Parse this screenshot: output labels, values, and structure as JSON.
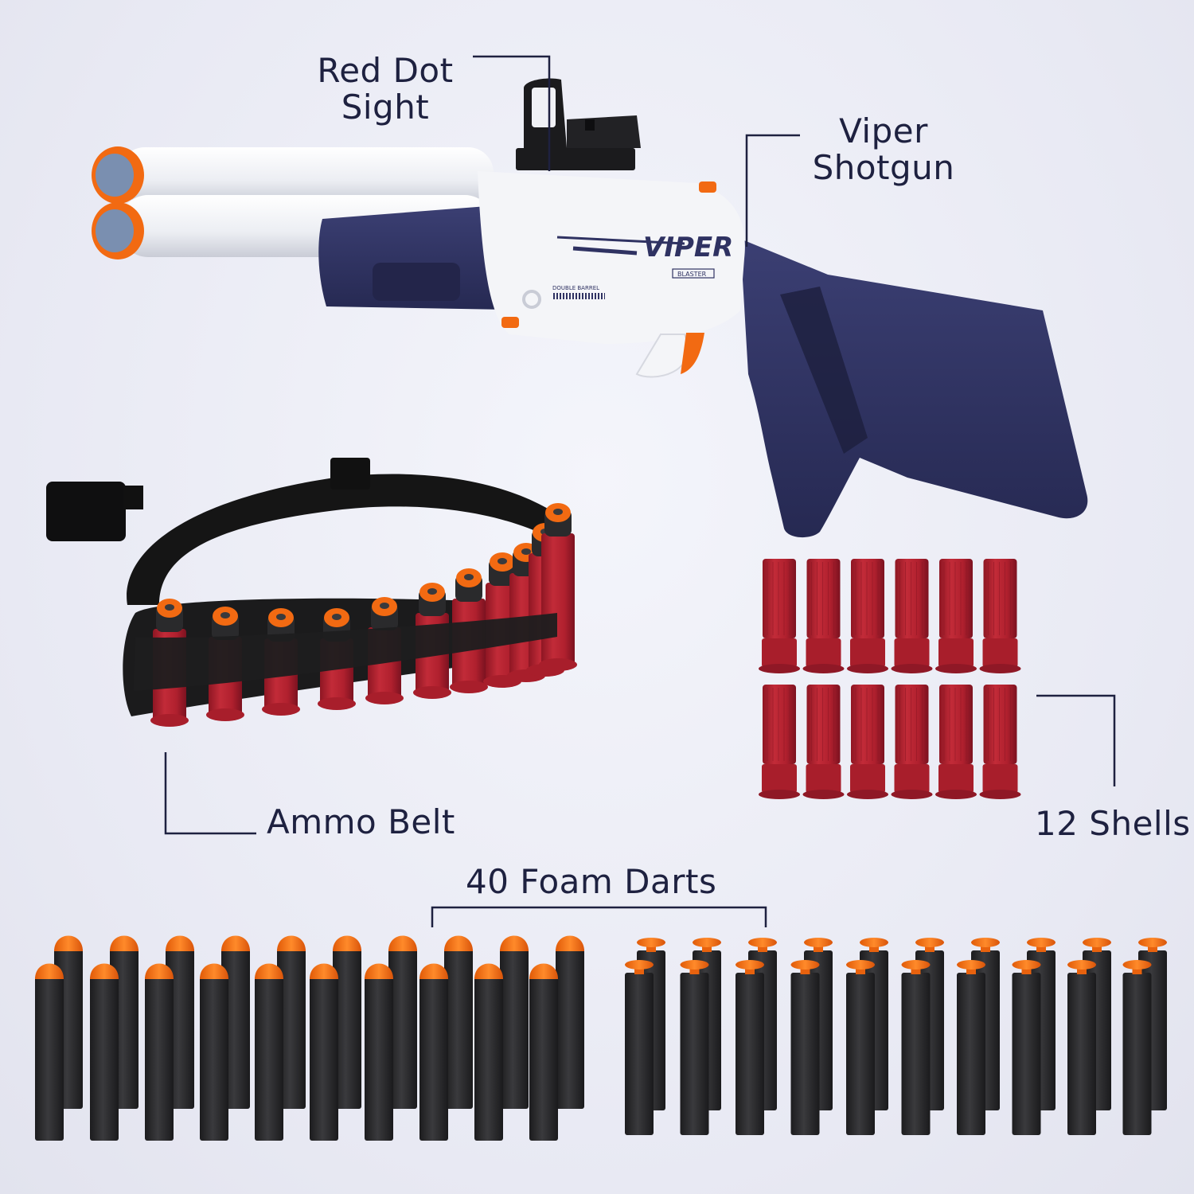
{
  "labels": {
    "red_dot": [
      "Red Dot",
      "Sight"
    ],
    "viper": [
      "Viper",
      "Shotgun"
    ],
    "ammo_belt": "Ammo Belt",
    "shells": "12 Shells",
    "darts": "40 Foam Darts"
  },
  "blaster_text": {
    "brand": "VIPER",
    "sub": "BLASTER",
    "barrel": "DOUBLE BARREL"
  },
  "colors": {
    "navy": "#2f3262",
    "white_body": "#f6f6f8",
    "orange": "#f26a12",
    "shell_red": "#b0202e",
    "dart_black": "#2a2a2c",
    "belt_black": "#151515",
    "line": "#1e2140"
  }
}
